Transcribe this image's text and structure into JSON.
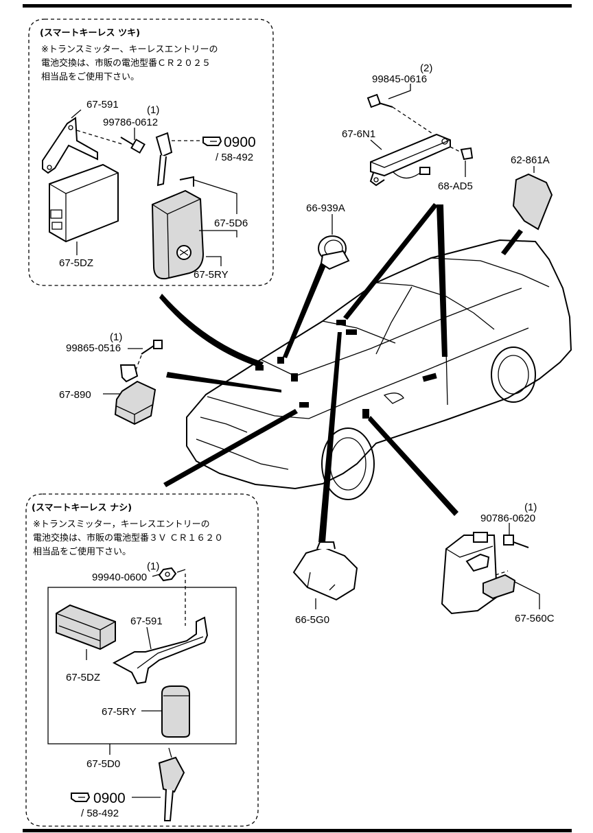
{
  "box_with_smart_keyless": {
    "title": "(スマートキーレス ツキ)",
    "note_lines": [
      "※トランスミッター、キーレスエントリーの",
      "電池交換は、市販の電池型番ＣＲ２０２５",
      "相当品をご使用下さい。"
    ],
    "labels": {
      "bracket": "67-591",
      "bolt_qty": "(1)",
      "bolt": "99786-0612",
      "ref_main": "0900",
      "ref_sub": "/ 58-492",
      "module": "67-5DZ",
      "key_holder": "67-5D6",
      "transmitter": "67-5RY"
    }
  },
  "box_without_smart_keyless": {
    "title": "(スマートキーレス ナシ)",
    "note_lines": [
      "※トランスミッター，キーレスエントリーの",
      "電池交換は、市販の電池型番３Ｖ ＣＲ１６２０",
      "相当品をご使用下さい。"
    ],
    "labels": {
      "nut_qty": "(1)",
      "nut": "99940-0600",
      "bracket": "67-591",
      "module": "67-5DZ",
      "transmitter": "67-5RY",
      "key_set": "67-5D0",
      "ref_main": "0900",
      "ref_sub": "/ 58-492"
    }
  },
  "parts": {
    "bolt_top_qty": "(2)",
    "bolt_top": "99845-0616",
    "antenna": "67-6N1",
    "clip": "68-AD5",
    "trunk_antenna": "62-861A",
    "mirror_antenna": "66-939A",
    "bolt_left_qty": "(1)",
    "bolt_left": "99865-0516",
    "unit_left": "67-890",
    "door_unit": "66-5G0",
    "bolt_right_qty": "(1)",
    "bolt_right": "90786-0620",
    "control_unit": "67-560C"
  },
  "icons": [
    "pointing-hand-icon"
  ]
}
